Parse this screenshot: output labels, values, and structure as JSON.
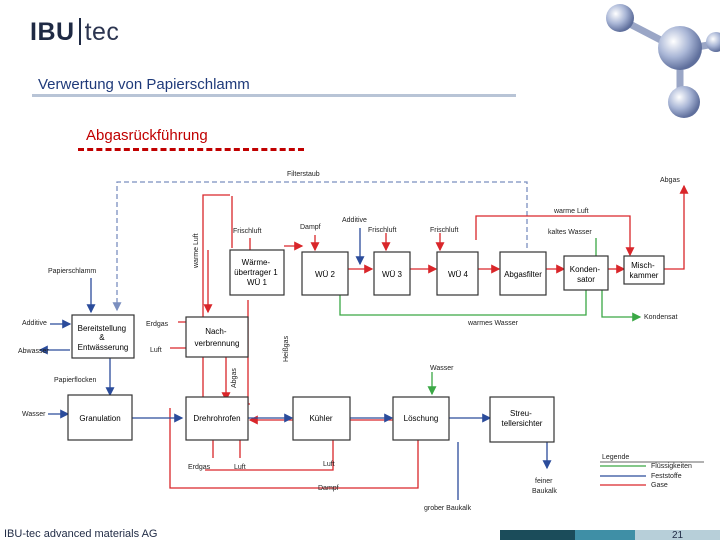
{
  "header": {
    "logo_left": "IBU",
    "logo_right": "tec",
    "title": "Verwertung von Papierschlamm",
    "subtitle": "Abgasrückführung"
  },
  "diagram": {
    "boxes": {
      "bereitstellung": [
        "Bereitstellung",
        "&",
        "Entwässerung"
      ],
      "nachverbrennung": [
        "Nach-",
        "verbrennung"
      ],
      "granulation": [
        "Granulation"
      ],
      "drehrohrofen": [
        "Drehrohrofen"
      ],
      "kuehler": [
        "Kühler"
      ],
      "loeschung": [
        "Löschung"
      ],
      "streuteller": [
        "Streu-",
        "tellersichter"
      ],
      "waermeuebertrager": [
        "Wärme-",
        "übertrager 1",
        "WÜ 1"
      ],
      "wue2": [
        "WÜ 2"
      ],
      "wue3": [
        "WÜ 3"
      ],
      "wue4": [
        "WÜ 4"
      ],
      "abgasfilter": [
        "Abgasfilter"
      ],
      "kondensator": [
        "Konden-",
        "sator"
      ],
      "mischkammer": [
        "Misch-",
        "kammer"
      ]
    },
    "labels": {
      "filterstaub": "Filterstaub",
      "abgas_top": "Abgas",
      "warme_luft_vertical": "warme Luft",
      "papierschlamm": "Papierschlamm",
      "frischluft_1": "Frischluft",
      "dampf_top": "Dampf",
      "additive_top": "Additive",
      "frischluft_2": "Frischluft",
      "frischluft_3": "Frischluft",
      "warme_luft": "warme Luft",
      "kaltes_wasser": "kaltes Wasser",
      "additive_left": "Additive",
      "abwasser": "Abwasser",
      "erdgas_top": "Erdgas",
      "luft_mid": "Luft",
      "heissgas": "Heißgas",
      "abgas_mid": "Abgas",
      "warmes_wasser": "warmes Wasser",
      "kondensat": "Kondensat",
      "papierflocken": "Papierflocken",
      "wasser_left": "Wasser",
      "wasser_mid": "Wasser",
      "erdgas_bottom": "Erdgas",
      "luft_bottom_1": "Luft",
      "luft_bottom_2": "Luft",
      "dampf_bottom": "Dampf",
      "feiner_baukalk": [
        "feiner",
        "Baukalk"
      ],
      "grober_baukalk": "grober Baukalk"
    },
    "legend": {
      "title": "Legende",
      "items": [
        "Flüssigkeiten",
        "Feststoffe",
        "Gase"
      ],
      "colors": [
        "#3aa845",
        "#2b4c9b",
        "#d9262a"
      ]
    },
    "colors": {
      "fluid": "#3aa845",
      "solid": "#2b4c9b",
      "gas": "#d9262a",
      "dashed": "#7b8fbf"
    }
  },
  "footer": {
    "company": "IBU-tec advanced materials AG",
    "page": "21"
  }
}
